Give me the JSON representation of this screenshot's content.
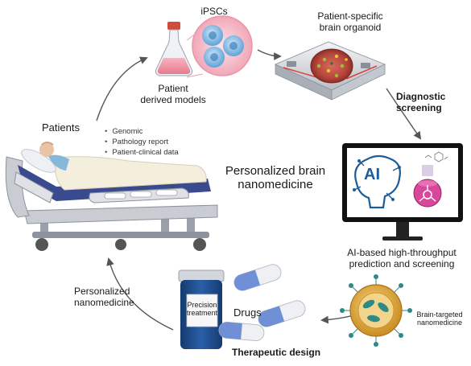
{
  "nodes": {
    "ipscs": "iPSCs",
    "patient_derived_models": [
      "Patient",
      "derived models"
    ],
    "brain_organoid": [
      "Patient-specific",
      "brain organoid"
    ],
    "diagnostic_screening": [
      "Diagnostic",
      "screening"
    ],
    "patients": "Patients",
    "patient_data": [
      "Genomic",
      "Pathology report",
      "Patient-clinical data"
    ],
    "center_title": [
      "Personalized brain",
      "nanomedicine"
    ],
    "ai_prediction": [
      "AI-based high-throughput",
      "prediction and screening"
    ],
    "ai_badge": "AI",
    "personalized_nanomedicine": [
      "Personalized",
      "nanomedicine"
    ],
    "bottle_label": [
      "Precision",
      "treatment"
    ],
    "drugs": "Drugs",
    "brain_targeted": [
      "Brain-targeted",
      "nanomedicine"
    ],
    "therapeutic_design": "Therapeutic design"
  },
  "colors": {
    "arrow": "#555555",
    "monitor": "#111111",
    "screen": "#ffffff",
    "ai_blue": "#1c5d99",
    "flask_pink": "#f08a9b",
    "cell_blue": "#5ea2d6",
    "bottle_blue": "#1e4d8c",
    "capsule_blue": "#6f8fd6",
    "nano_gold": "#d8a33a",
    "nano_teal": "#2f8a86",
    "bed_blue": "#3a4a8e",
    "bed_grey": "#c9ccd3"
  }
}
